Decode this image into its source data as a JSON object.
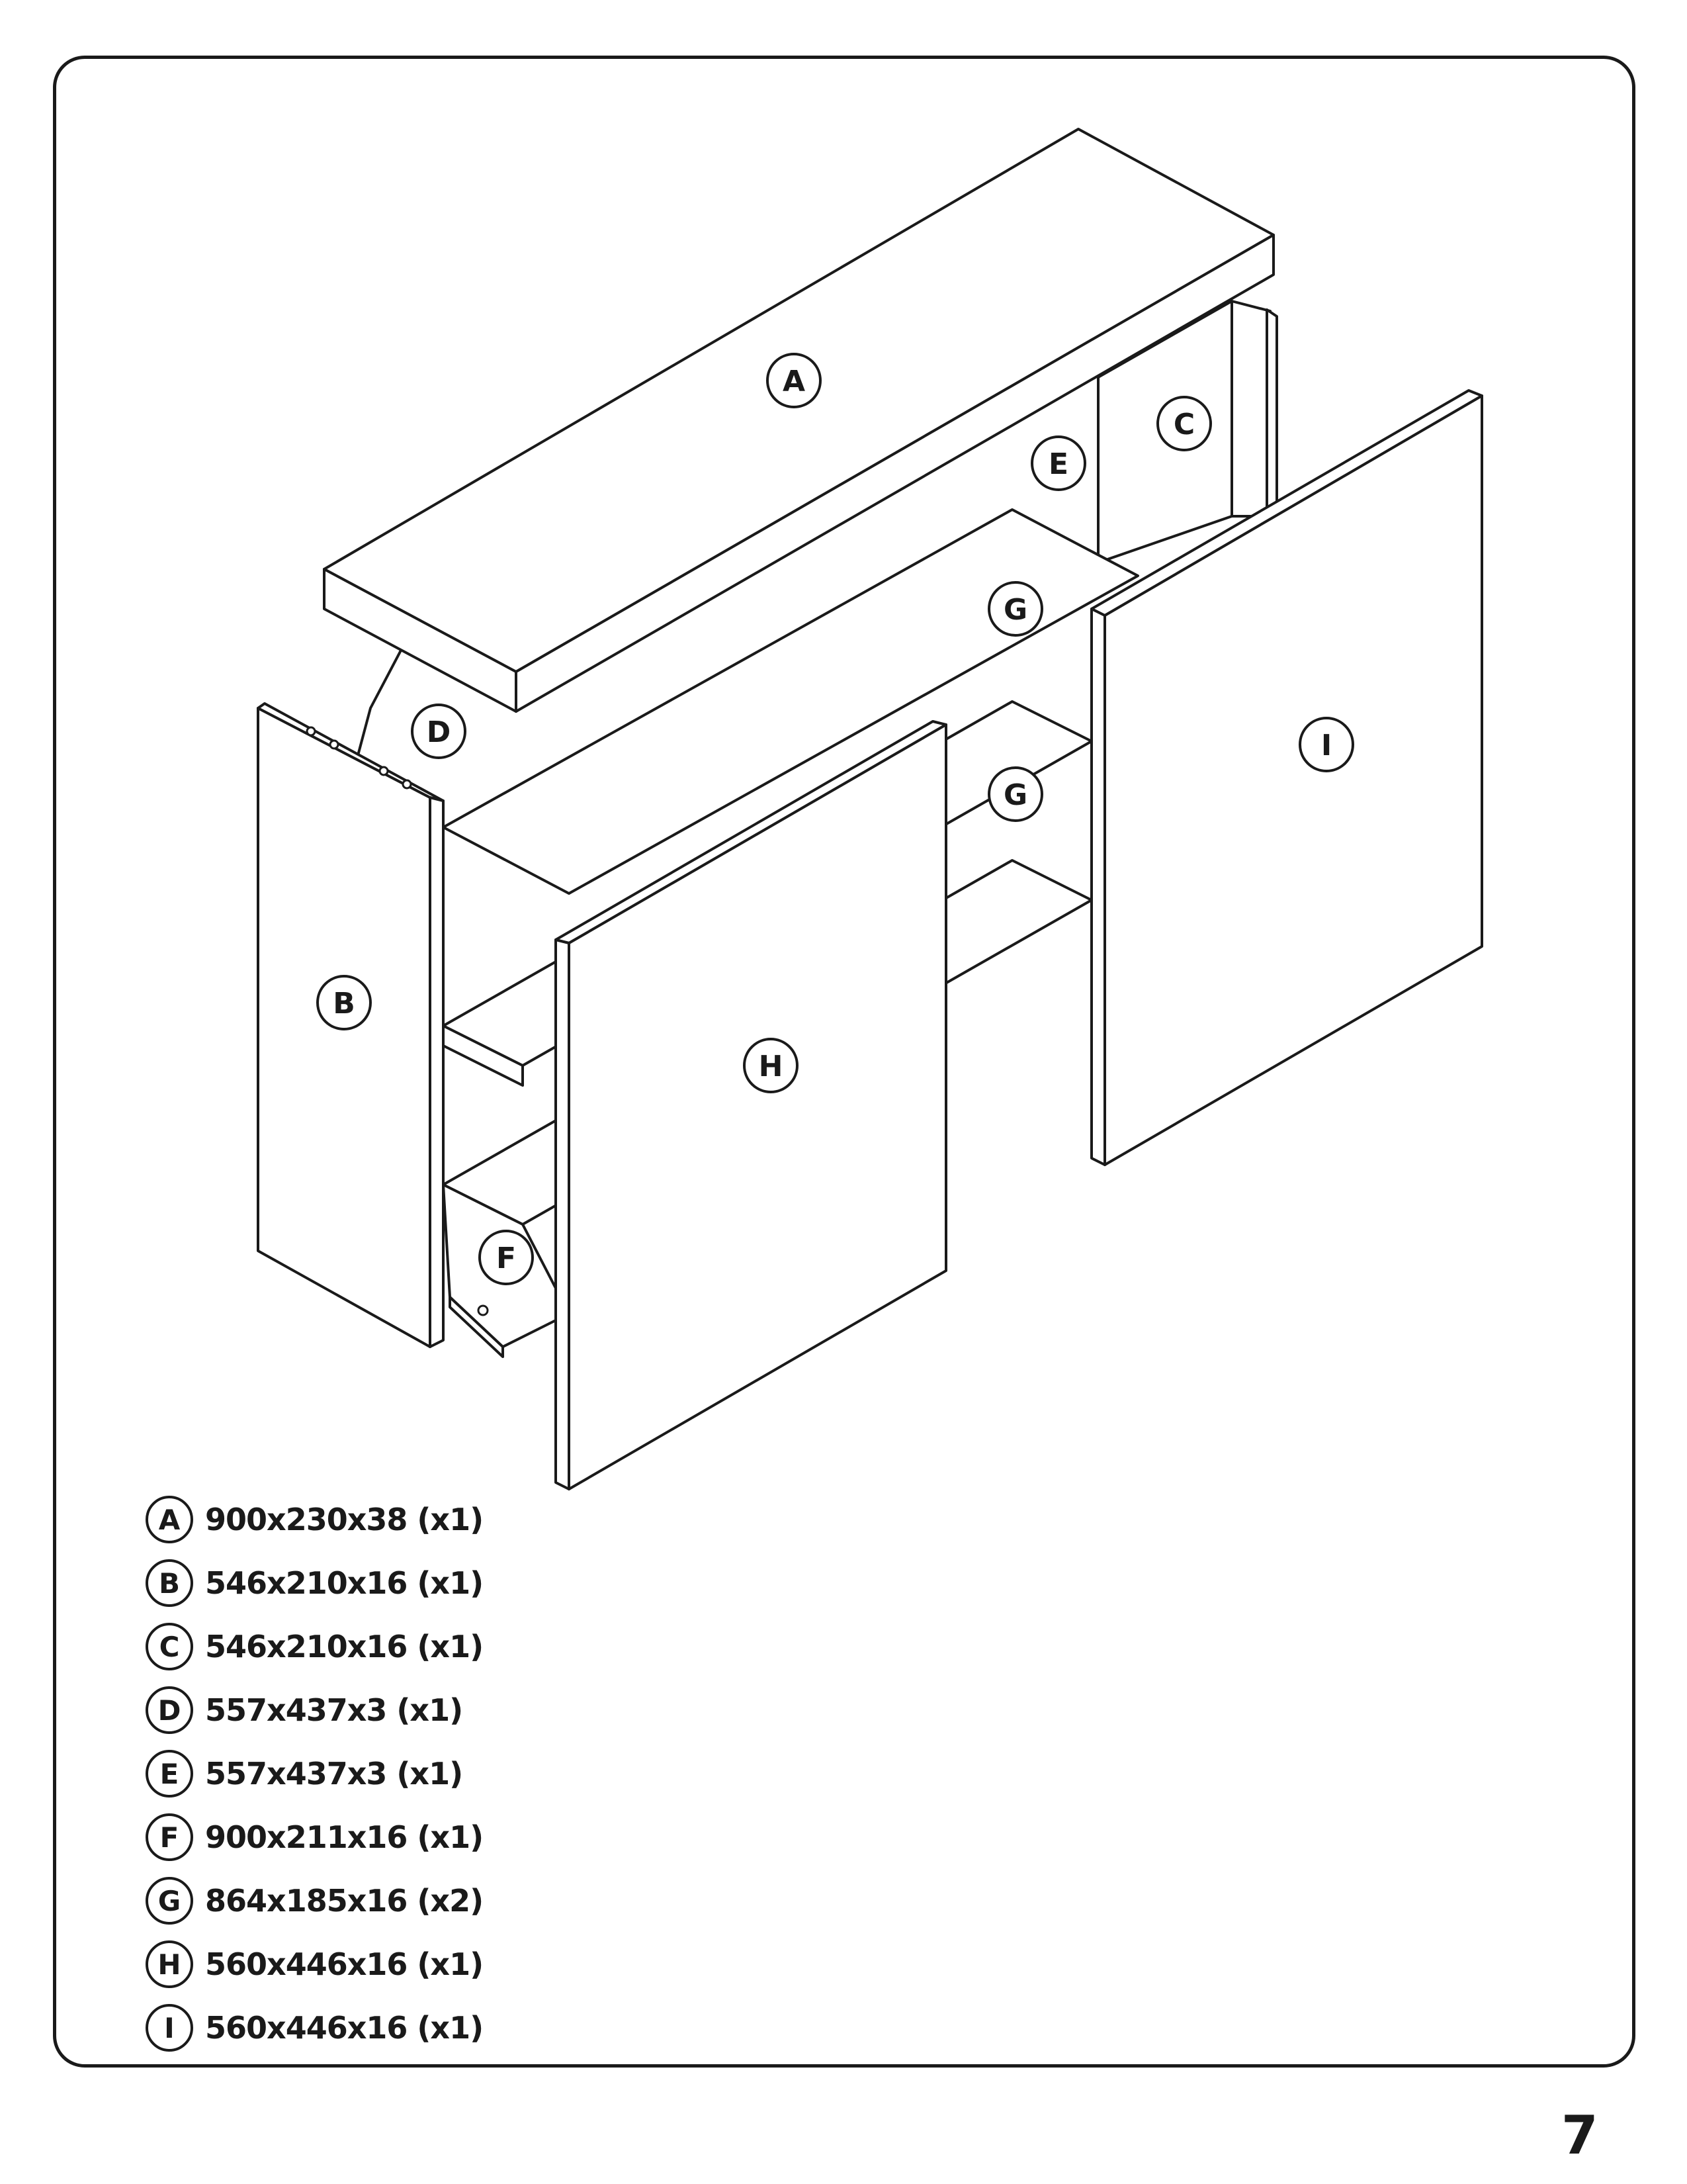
{
  "diagram_labels": {
    "A": "A",
    "B": "B",
    "C": "C",
    "D": "D",
    "E": "E",
    "F": "F",
    "G1": "G",
    "G2": "G",
    "H": "H",
    "I": "I"
  },
  "parts": [
    {
      "letter": "A",
      "spec": "900x230x38 (x1)"
    },
    {
      "letter": "B",
      "spec": "546x210x16 (x1)"
    },
    {
      "letter": "C",
      "spec": "546x210x16 (x1)"
    },
    {
      "letter": "D",
      "spec": "557x437x3 (x1)"
    },
    {
      "letter": "E",
      "spec": "557x437x3 (x1)"
    },
    {
      "letter": "F",
      "spec": "900x211x16 (x1)"
    },
    {
      "letter": "G",
      "spec": "864x185x16 (x2)"
    },
    {
      "letter": "H",
      "spec": "560x446x16 (x1)"
    },
    {
      "letter": "I",
      "spec": "560x446x16 (x1)"
    }
  ],
  "page_number": "7"
}
